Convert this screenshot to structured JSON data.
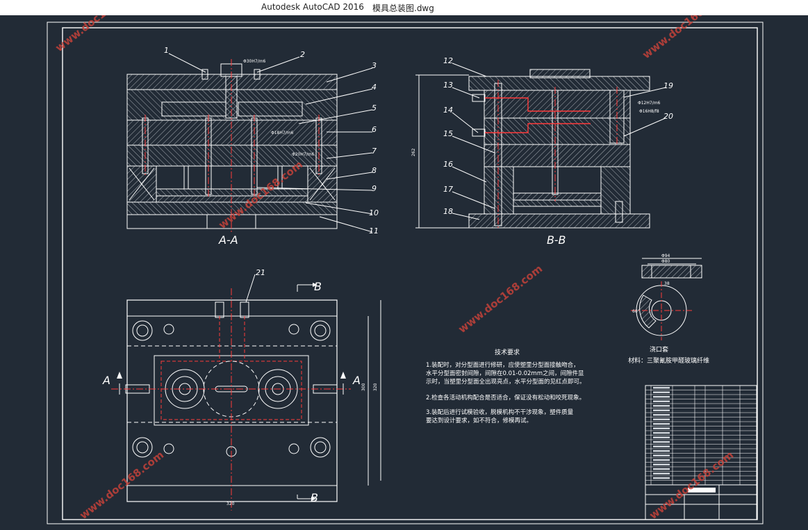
{
  "window": {
    "app_title": "Autodesk AutoCAD 2016",
    "file_name": "模具总装图.dwg"
  },
  "section_labels": {
    "aa": "A-A",
    "bb": "B-B",
    "a_left": "A",
    "a_right": "A",
    "b_top": "B",
    "b_bottom": "B"
  },
  "callouts_aa": [
    "1",
    "2",
    "3",
    "4",
    "5",
    "6",
    "7",
    "8",
    "9",
    "10",
    "11"
  ],
  "callouts_bb": [
    "12",
    "13",
    "14",
    "15",
    "16",
    "17",
    "18",
    "19",
    "20"
  ],
  "callout_21": "21",
  "tech_requirements": {
    "title": "技术要求",
    "items": [
      "1.装配时，对分型面进行修研，应使塑里分型面接触吻合，",
      "  水平分型面密封间隙，间隙在0.01-0.02mm之间，间隙件显",
      "  示时，当塑里分型面全出现亮点，水平分型面的见红点即可。",
      "2.检查各活动机构配合是否适合，保证没有松动和咬死现象。",
      "3.装配后进行试模验收，脱模机构不干涉现象，塑件质量",
      "  要达到设计要求，如不符合，修模再试。"
    ]
  },
  "part_note": {
    "title": "浇口套",
    "material": "材料：三聚氰胺甲醛玻璃纤维"
  },
  "watermark": "www.doc168.com",
  "colors": {
    "background": "#222b36",
    "lines": "#ffffff",
    "centerlines": "#ff3b3b",
    "watermark": "#c8433a"
  }
}
